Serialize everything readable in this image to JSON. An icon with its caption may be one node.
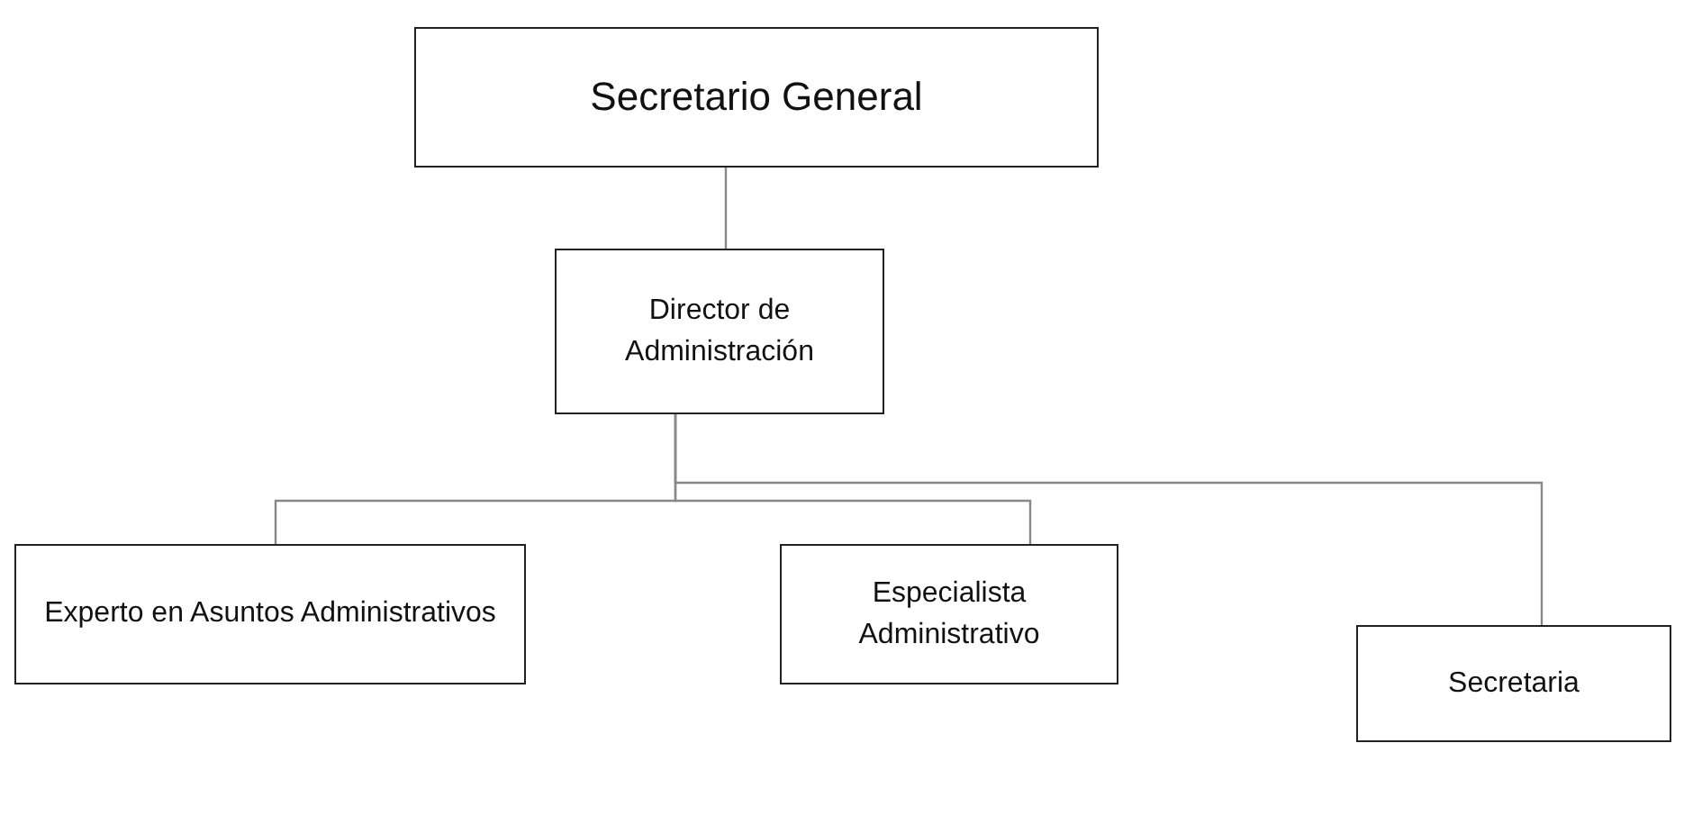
{
  "diagram": {
    "nodes": [
      {
        "text": [
          "Secretario General"
        ]
      },
      {
        "text": [
          "Director de Administración"
        ]
      },
      {
        "text": [
          "Experto en Asuntos Administrativos"
        ]
      },
      {
        "text": [
          "Especialista Administrativo"
        ]
      },
      {
        "text": [
          "Secretaria"
        ]
      }
    ],
    "edges": [
      {
        "from": 0,
        "to": 1,
        "arrow": "none"
      },
      {
        "from": 1,
        "to": 2,
        "arrow": "none"
      },
      {
        "from": 1,
        "to": 3,
        "arrow": "none"
      },
      {
        "from": 1,
        "to": 4,
        "arrow": "none"
      }
    ]
  }
}
